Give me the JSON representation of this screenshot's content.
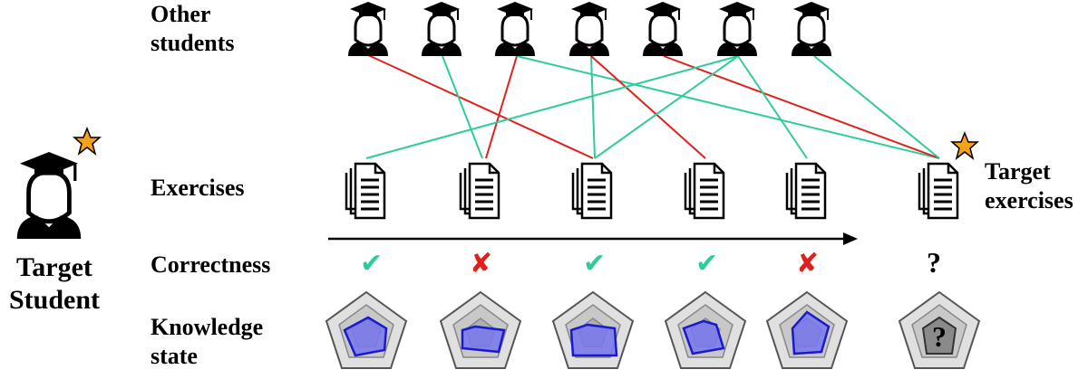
{
  "labels": {
    "other_students": [
      "Other",
      "students"
    ],
    "exercises": "Exercises",
    "correctness": "Correctness",
    "knowledge_state": [
      "Knowledge",
      "state"
    ],
    "target_student": [
      "Target",
      "Student"
    ],
    "target_exercises": [
      "Target",
      "exercises"
    ]
  },
  "correctness": [
    {
      "result": "correct",
      "symbol": "✔"
    },
    {
      "result": "incorrect",
      "symbol": "✘"
    },
    {
      "result": "correct",
      "symbol": "✔"
    },
    {
      "result": "correct",
      "symbol": "✔"
    },
    {
      "result": "incorrect",
      "symbol": "✘"
    },
    {
      "result": "unknown",
      "symbol": "?"
    }
  ],
  "knowledge_unknown_symbol": "?",
  "colors": {
    "correct": "#2ecc9a",
    "incorrect": "#e0201c",
    "star": "#f5a21b",
    "knowledge_fill": "#7777ee",
    "knowledge_stroke": "#1a1acc",
    "unknown_fill": "#8a8a8a"
  },
  "icons": {
    "student": "graduate-student-icon",
    "exercise": "document-stack-icon",
    "star": "star-icon",
    "radar": "pentagon-radar-icon"
  }
}
